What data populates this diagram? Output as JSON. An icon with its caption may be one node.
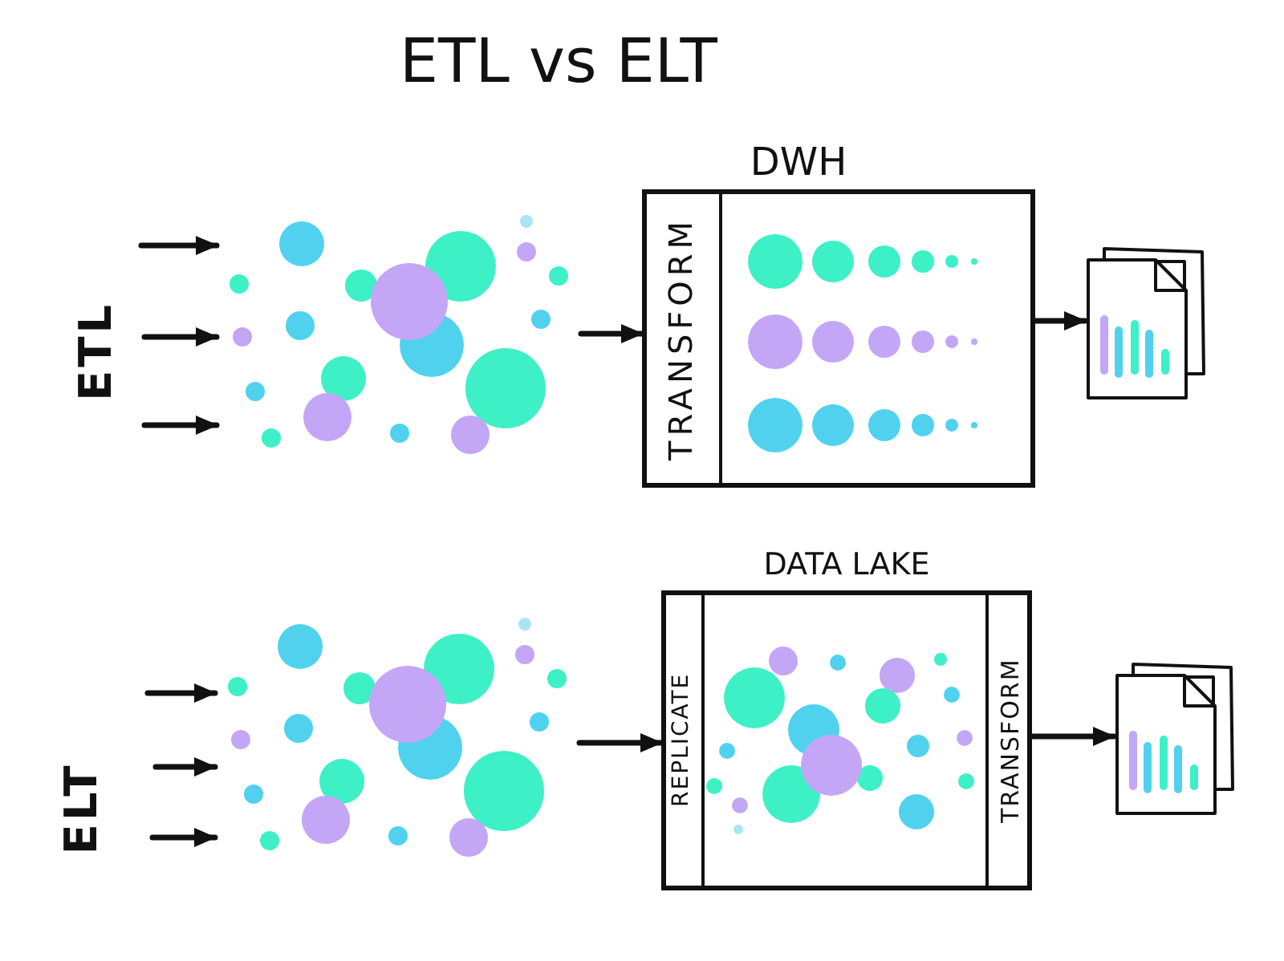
{
  "diagram": {
    "title": "ETL vs ELT",
    "nodes": [
      {
        "text": [],
        "shape": "picture"
      },
      {
        "text": [
          "DWH"
        ]
      },
      {
        "text": [
          "TRANSFORM"
        ],
        "in": 1
      },
      {
        "text": [],
        "shape": "document"
      },
      {
        "text": [],
        "shape": "picture"
      },
      {
        "text": [
          "DATA LAKE"
        ]
      },
      {
        "text": [
          "REPLICATE"
        ],
        "in": 5
      },
      {
        "text": [
          "TRANSFORM"
        ],
        "in": 5
      },
      {
        "text": [],
        "shape": "document"
      }
    ],
    "edges": [
      {
        "from": null,
        "to": 0,
        "arrow": "to"
      },
      {
        "from": null,
        "to": 0,
        "arrow": "to"
      },
      {
        "from": null,
        "to": 0,
        "arrow": "to"
      },
      {
        "from": 0,
        "to": 2,
        "arrow": "to"
      },
      {
        "from": 1,
        "to": 3,
        "arrow": "to"
      },
      {
        "from": null,
        "to": 4,
        "arrow": "to"
      },
      {
        "from": null,
        "to": 4,
        "arrow": "to"
      },
      {
        "from": null,
        "to": 4,
        "arrow": "to"
      },
      {
        "from": 4,
        "to": 6,
        "arrow": "to"
      },
      {
        "from": 7,
        "to": 8,
        "arrow": "to"
      }
    ],
    "labels": [
      "ETL",
      "ELT"
    ]
  }
}
